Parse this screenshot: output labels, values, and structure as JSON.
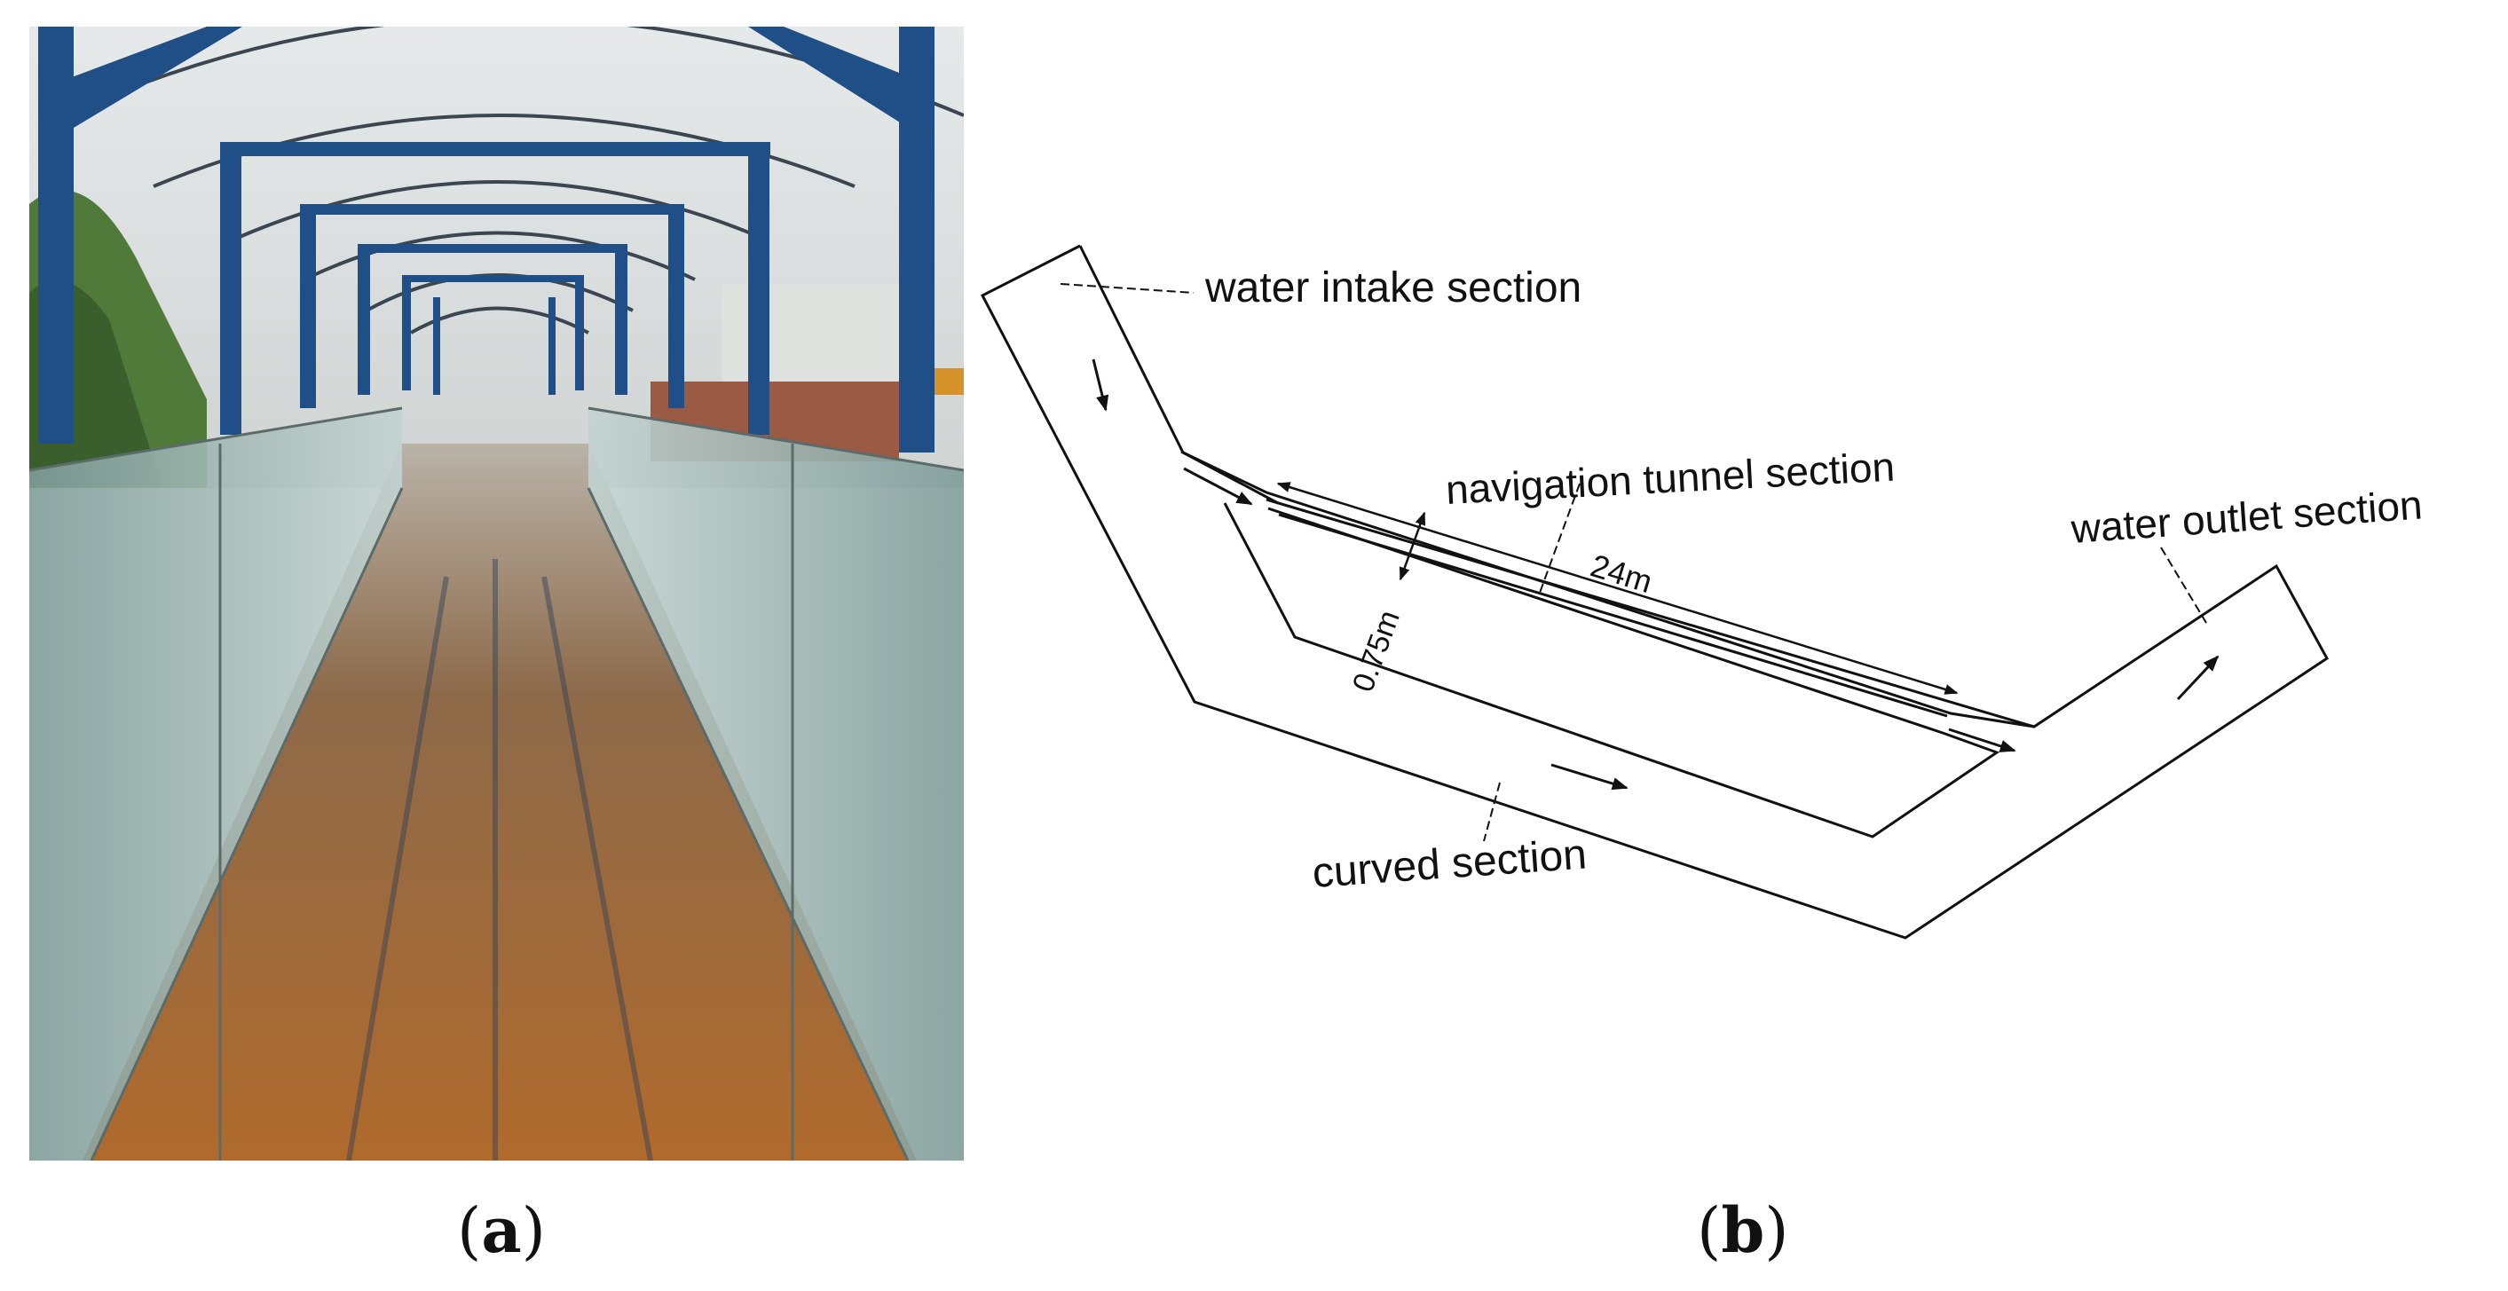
{
  "panels": {
    "a": {
      "label_open": "(",
      "label_letter": "a",
      "label_close": ")"
    },
    "b": {
      "label_open": "(",
      "label_letter": "b",
      "label_close": ")"
    }
  },
  "diagram": {
    "labels": {
      "water_intake": "water intake section",
      "navigation_tunnel": "navigation tunnel section",
      "water_outlet": "water outlet section",
      "curved": "curved section",
      "length": "24m",
      "width": "0.75m"
    }
  },
  "colors": {
    "frame": "#1f4f86",
    "water": "#8a5a30",
    "glass": "#9fb8b8",
    "line": "#111111"
  }
}
